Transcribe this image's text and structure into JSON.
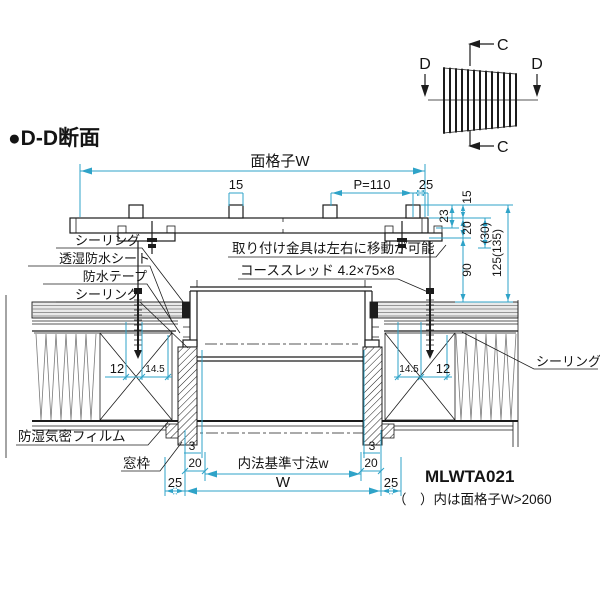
{
  "title": "●D-D断面",
  "section_markers": {
    "c": "C",
    "d": "D"
  },
  "dims": {
    "grille_width": "面格子W",
    "tab_width": "15",
    "pitch": "P=110",
    "offset25": "25",
    "v23": "23",
    "v20": "20",
    "v30": "(30)",
    "v90": "90",
    "v125": "125(135)",
    "w12": "12",
    "w145": "14.5",
    "b3": "3",
    "inner_width": "内法基準寸法w",
    "outer_width": "W"
  },
  "labels": {
    "sealing": "シーリング",
    "waterproof_sheet": "透湿防水シート",
    "waterproof_tape": "防水テープ",
    "moisture_film": "防湿気密フィルム",
    "window_frame": "窓枠",
    "bracket_note": "取り付け金具は左右に移動が可能",
    "screw_note": "コーススレッド 4.2×75×8"
  },
  "footer": {
    "code": "MLWTA021",
    "note": "（　）内は面格子W>2060"
  },
  "colors": {
    "dim_line": "#2fa3c8",
    "draw_line": "#1c1c1c"
  }
}
